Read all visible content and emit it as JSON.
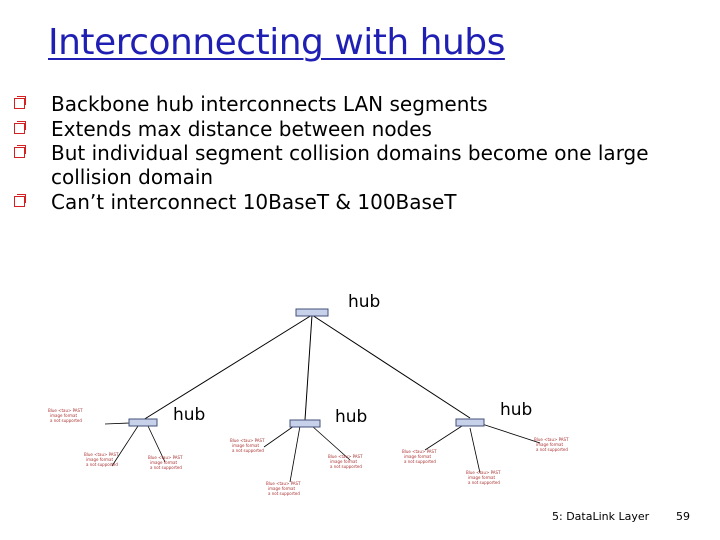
{
  "slide": {
    "title": "Interconnecting with hubs",
    "bullets": [
      "Backbone hub interconnects LAN segments",
      "Extends max distance between nodes",
      "But individual segment collision domains become one large collision domain",
      "Can’t interconnect 10BaseT & 100BaseT"
    ],
    "footer": "5: DataLink Layer",
    "page_number": "59"
  },
  "diagram": {
    "hubs": [
      {
        "id": "backbone",
        "label": "hub"
      },
      {
        "id": "left",
        "label": "hub"
      },
      {
        "id": "middle",
        "label": "hub"
      },
      {
        "id": "right",
        "label": "hub"
      }
    ],
    "node_placeholder": [
      "Blue <tau> PAST",
      "image format",
      "a not supported"
    ],
    "colors": {
      "hub_fill": "#c7d2ea",
      "hub_stroke": "#44507a",
      "title": "#1f1fb4",
      "bullet": "#d42020"
    }
  }
}
